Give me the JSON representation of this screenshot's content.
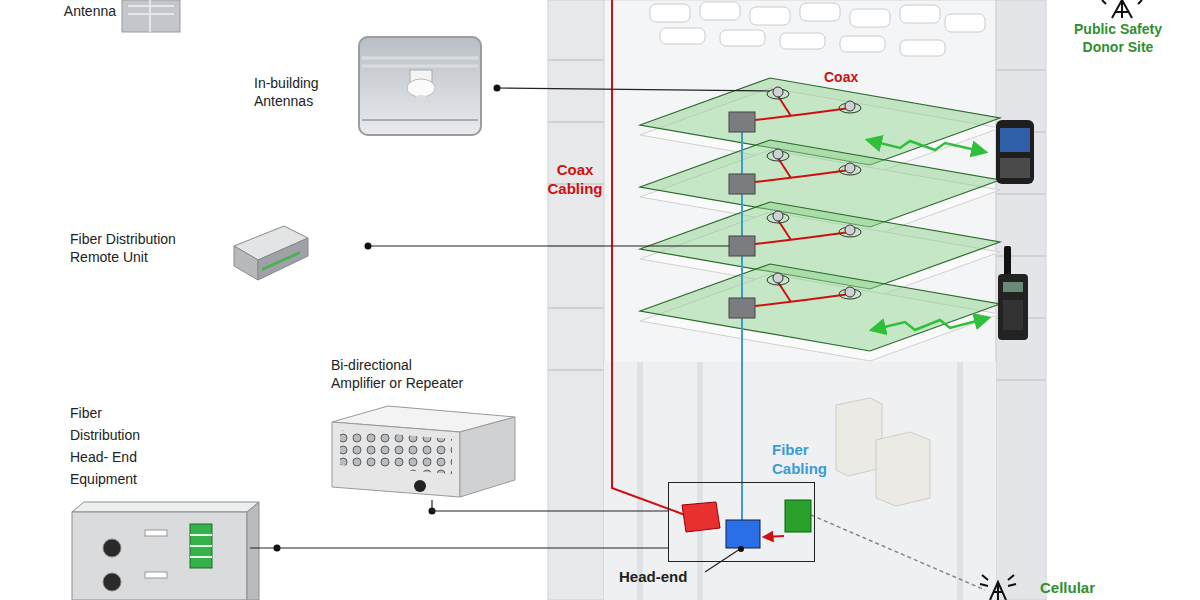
{
  "diagram": {
    "nodes": [
      {
        "text": [
          "Antenna"
        ]
      },
      {
        "text": [
          "In-building Antennas"
        ]
      },
      {
        "text": [
          "Fiber Distribution Remote Unit"
        ]
      },
      {
        "text": [
          "Bi-directional Amplifier or Repeater"
        ]
      },
      {
        "text": [
          "Fiber Distribution Head- End Equipment"
        ]
      },
      {
        "text": [
          "Head-end"
        ]
      }
    ],
    "edges": [
      {
        "from": 3,
        "to": 5,
        "arrow": "none"
      },
      {
        "from": 4,
        "to": 5,
        "arrow": "none"
      }
    ],
    "labels": [
      "Coax",
      "Coax Cabling",
      "Fiber Cabling",
      "Public Safety Donor Site",
      "Cellular"
    ]
  }
}
